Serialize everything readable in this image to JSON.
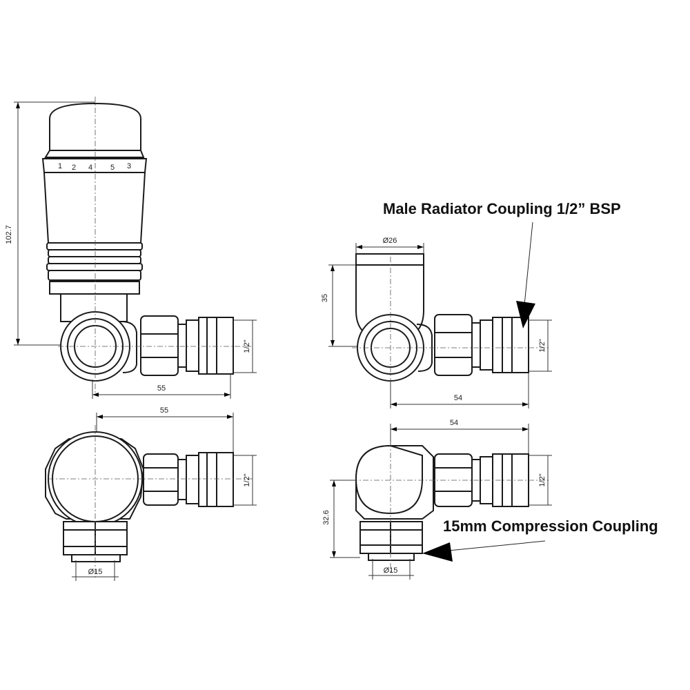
{
  "labels": {
    "callout_top": "Male Radiator Coupling 1/2” BSP",
    "callout_bottom": "15mm Compression Coupling"
  },
  "dimensions": {
    "height_total": "102.7",
    "side_width_left": "55",
    "top_width_left": "55",
    "thread_left_side": "1/2\"",
    "thread_left_top": "1/2\"",
    "pipe_left": "Ø15",
    "head_diameter": "Ø26",
    "head_height": "35",
    "side_width_right": "54",
    "top_width_right": "54",
    "thread_right_side": "1/2\"",
    "thread_right_top": "1/2\"",
    "offset_right": "32.6",
    "pipe_right": "Ø15"
  },
  "dial_marks": [
    "1",
    "2",
    "3",
    "4",
    "5"
  ]
}
